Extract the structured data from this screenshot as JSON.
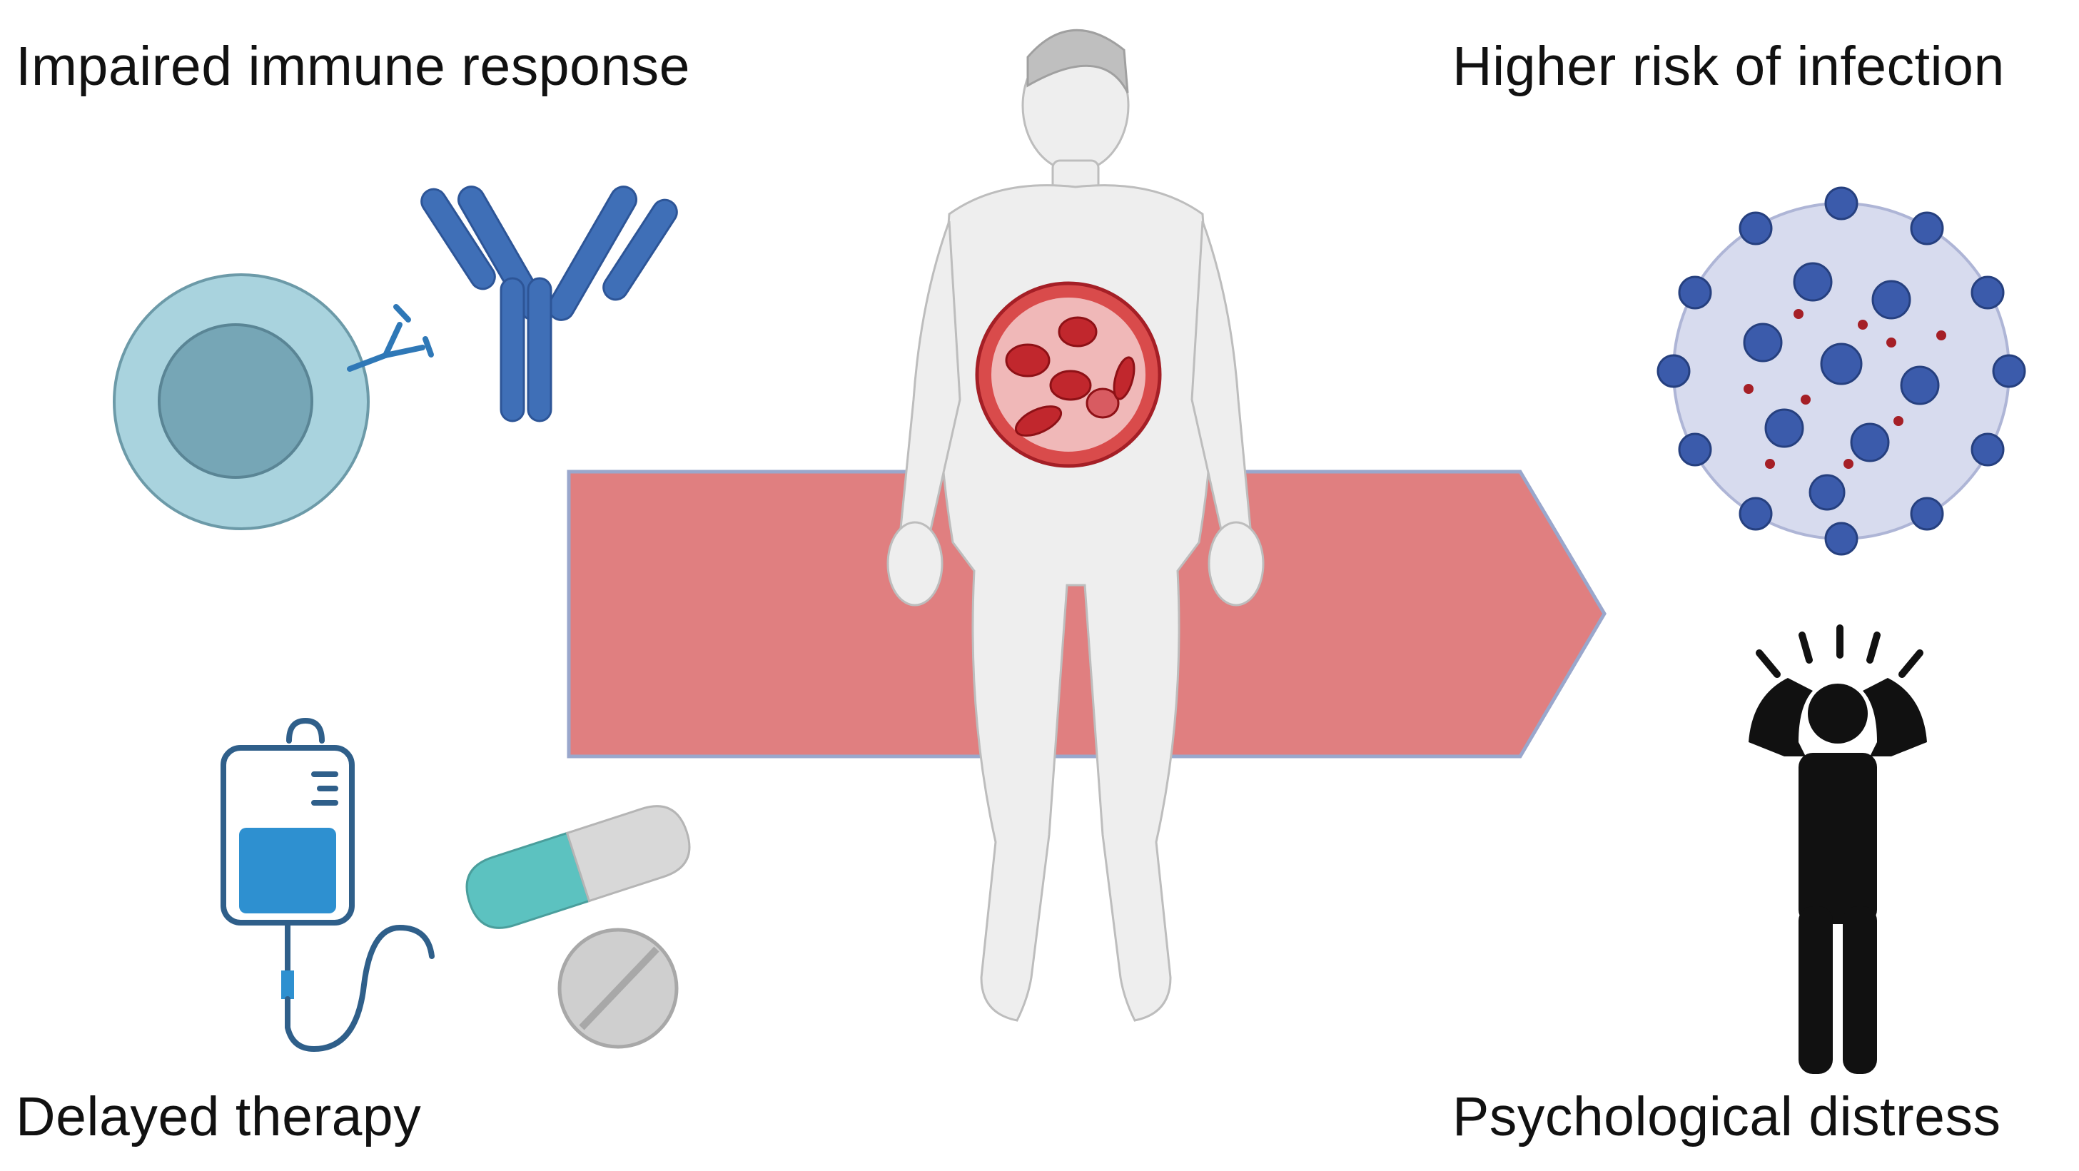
{
  "labels": {
    "top_left": "Impaired immune response",
    "top_right": "Higher risk of infection",
    "bottom_left": "Delayed therapy",
    "bottom_right": "Psychological distress"
  },
  "icons": {
    "center": "human-body-icon",
    "center_inset": "red-blood-cells-icon",
    "top_left": [
      "immune-cell-icon",
      "antibody-icon"
    ],
    "top_right": "virus-icon",
    "bottom_left": [
      "iv-bag-icon",
      "capsule-icon",
      "tablet-icon"
    ],
    "bottom_right": "distressed-person-icon"
  },
  "colors": {
    "arrow_fill": "#e07f80",
    "arrow_stroke": "#9aa7cc",
    "cell_outer": "#a9d3de",
    "cell_inner": "#76a6b6",
    "antibody": "#3f6fb7",
    "body": "#eeeeee",
    "blood": "#c1272d",
    "virus_body": "#d7dbee",
    "virus_spike": "#3b5bab",
    "iv_blue": "#2e90d0",
    "capsule_teal": "#5cc2c0",
    "tablet_grey": "#cfcfcf",
    "person_black": "#111111"
  }
}
